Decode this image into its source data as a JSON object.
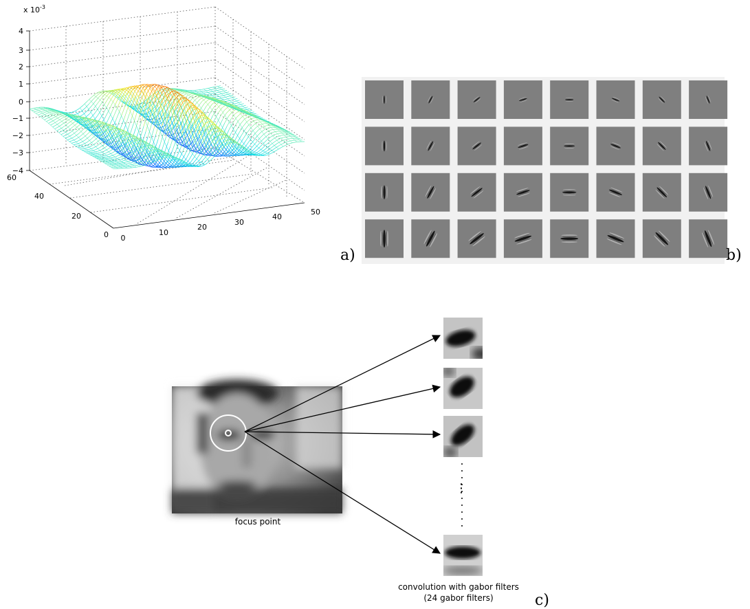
{
  "surface_plot": {
    "exponent_label": "x 10",
    "exponent_power": "-3",
    "z_ticks": [
      "4",
      "3",
      "2",
      "1",
      "0",
      "−1",
      "−2",
      "−3",
      "−4"
    ],
    "y_ticks": [
      "60",
      "40",
      "20",
      "0"
    ],
    "x_ticks": [
      "0",
      "10",
      "20",
      "30",
      "40",
      "50"
    ]
  },
  "filter_bank": {
    "rows": 4,
    "cols": 8,
    "panel_label_a": "a)",
    "panel_label_b": "b)"
  },
  "focus": {
    "caption": "focus point",
    "ellipsis": "⋮"
  },
  "responses": {
    "caption_line1": "convolution with gabor filters",
    "caption_line2": "(24 gabor filters)",
    "panel_label_c": "c)"
  },
  "colors": {
    "filter_background": "#7f7f7f",
    "arrow": "#000000",
    "surface_peak": "#d7191c",
    "surface_trough": "#1a2ccf"
  }
}
